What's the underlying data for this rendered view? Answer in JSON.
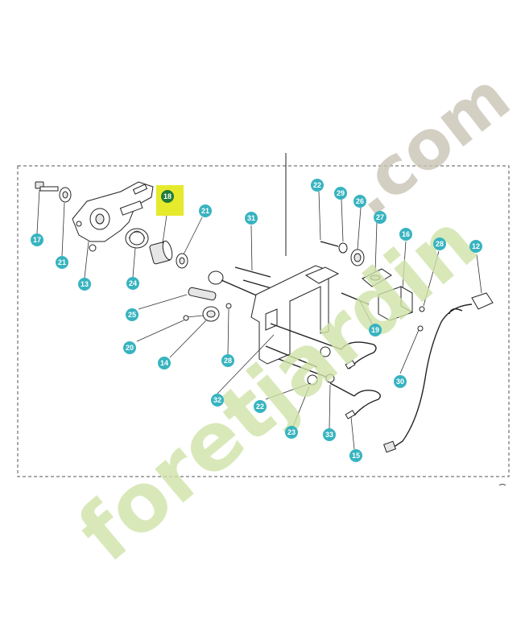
{
  "watermark": {
    "text_main": "foretjardin",
    "text_suffix": ".com",
    "color_green": "#cfe3a8",
    "color_orange": "#f4c9a0",
    "color_suffix": "#c9c3b4"
  },
  "colors": {
    "callout_fill": "#37b3c0",
    "highlight_fill": "#e6ea2c",
    "highlight_badge": "#1f7a3a",
    "line": "#222222",
    "frame": "#555555"
  },
  "callouts": [
    {
      "id": "17",
      "label": "17"
    },
    {
      "id": "21a",
      "label": "21"
    },
    {
      "id": "13",
      "label": "13"
    },
    {
      "id": "24",
      "label": "24"
    },
    {
      "id": "18",
      "label": "18",
      "highlighted": true
    },
    {
      "id": "21b",
      "label": "21"
    },
    {
      "id": "31",
      "label": "31"
    },
    {
      "id": "25",
      "label": "25"
    },
    {
      "id": "20",
      "label": "20"
    },
    {
      "id": "14",
      "label": "14"
    },
    {
      "id": "28a",
      "label": "28"
    },
    {
      "id": "32",
      "label": "32"
    },
    {
      "id": "22a",
      "label": "22"
    },
    {
      "id": "22b",
      "label": "22"
    },
    {
      "id": "29",
      "label": "29"
    },
    {
      "id": "26",
      "label": "26"
    },
    {
      "id": "27",
      "label": "27"
    },
    {
      "id": "16",
      "label": "16"
    },
    {
      "id": "28b",
      "label": "28"
    },
    {
      "id": "12",
      "label": "12"
    },
    {
      "id": "19",
      "label": "19"
    },
    {
      "id": "30",
      "label": "30"
    },
    {
      "id": "23",
      "label": "23"
    },
    {
      "id": "33",
      "label": "33"
    },
    {
      "id": "15",
      "label": "15"
    }
  ]
}
